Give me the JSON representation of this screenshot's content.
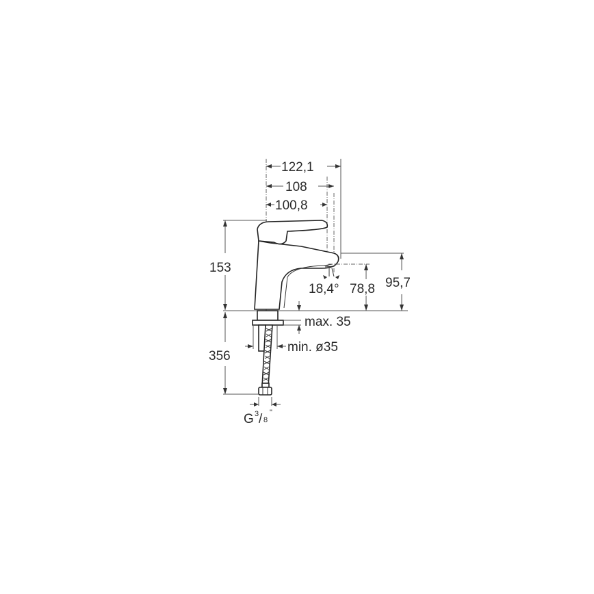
{
  "drawing": {
    "subject": "single-lever basin mixer faucet technical drawing",
    "dimensions": {
      "width_total": "122,1",
      "width_108": "108",
      "width_100": "100,8",
      "height_body": "153",
      "spout_angle": "18,4°",
      "spout_height": "78,8",
      "outlet_height": "95,7",
      "counter_max": "max. 35",
      "hole_min": "min. ø35",
      "hose_length": "356",
      "connection_main": "G",
      "connection_num": "3",
      "connection_den": "8",
      "connection_unit": "\""
    }
  }
}
